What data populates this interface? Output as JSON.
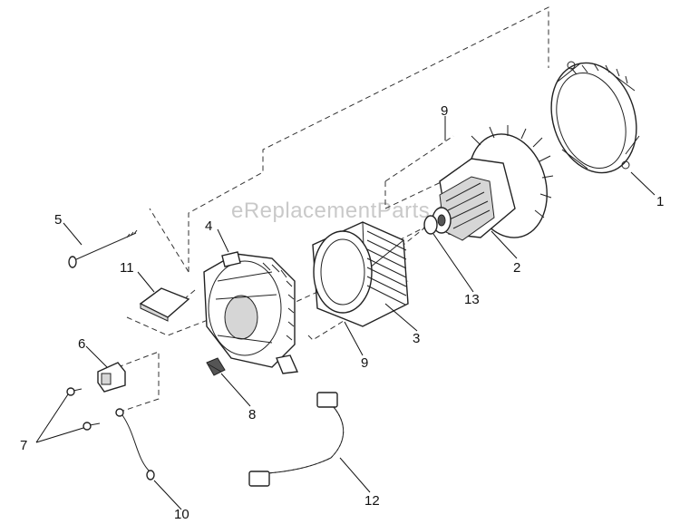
{
  "watermark": "eReplacementParts.com",
  "callouts": [
    "1",
    "2",
    "3",
    "4",
    "5",
    "6",
    "7",
    "8",
    "9",
    "9",
    "10",
    "11",
    "12",
    "13"
  ],
  "colors": {
    "line": "#222222",
    "shade": "#d6d6d6",
    "watermark": "#c9c9c9"
  }
}
